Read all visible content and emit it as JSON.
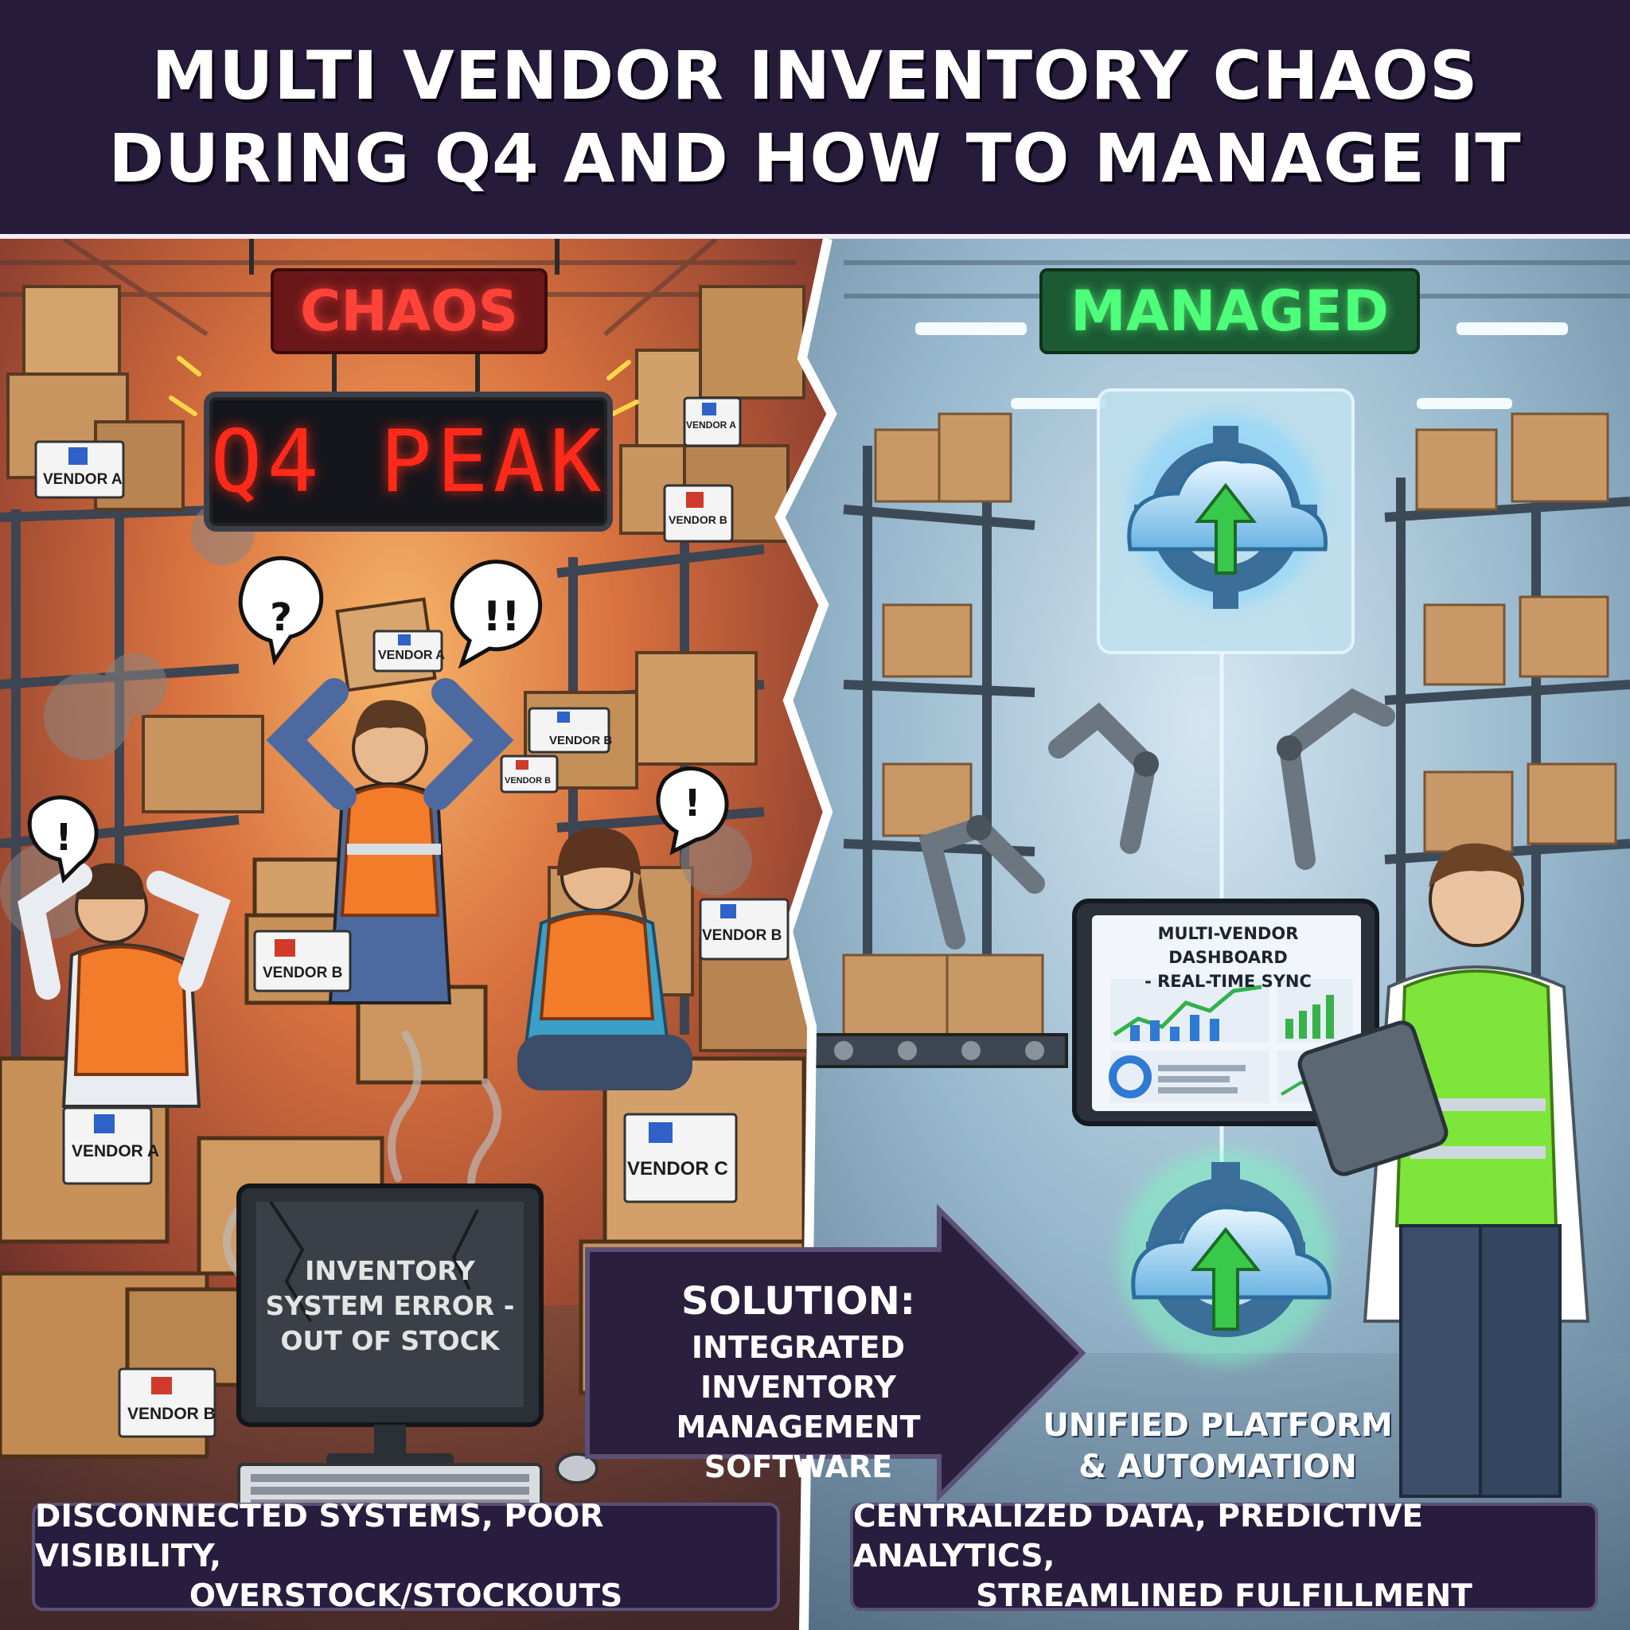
{
  "title": {
    "line1": "MULTI VENDOR INVENTORY CHAOS",
    "line2": "DURING Q4 AND HOW TO MANAGE IT"
  },
  "chaos_side": {
    "tag": "CHAOS",
    "peak_sign": "Q4 PEAK",
    "bubbles": [
      "?",
      "!!",
      "!",
      "!"
    ],
    "vendor_labels": [
      "VENDOR A",
      "VENDOR A",
      "VENDOR B",
      "VENDOR A",
      "VENDOR B",
      "VENDOR B",
      "VENDOR B",
      "VENDOR A",
      "VENDOR C",
      "VENDOR B",
      "VENDOR B"
    ],
    "monitor_error": "INVENTORY SYSTEM ERROR - OUT OF STOCK",
    "caption_line1": "DISCONNECTED SYSTEMS, POOR VISIBILITY,",
    "caption_line2": "OVERSTOCK/STOCKOUTS"
  },
  "solution_arrow": {
    "title": "SOLUTION:",
    "line1": "INTEGRATED INVENTORY",
    "line2": "MANAGEMENT SOFTWARE"
  },
  "managed_side": {
    "tag": "MANAGED",
    "dashboard_line1": "MULTI-VENDOR DASHBOARD",
    "dashboard_line2": "- REAL-TIME SYNC",
    "unified_line1": "UNIFIED PLATFORM",
    "unified_line2": "& AUTOMATION",
    "caption_line1": "CENTRALIZED DATA, PREDICTIVE ANALYTICS,",
    "caption_line2": "STREAMLINED FULFILLMENT"
  },
  "colors": {
    "banner": "#261b3b",
    "chaos_glow": "#d9553a",
    "chaos_text": "#ff4338",
    "managed_bg": "#8fb0c8",
    "managed_text": "#4dff7a",
    "arrow": "#2a1f3d",
    "caption_bg": "#281d3e",
    "cardboard": "#c8955c"
  },
  "icons": [
    "cloud-gear-sync-icon",
    "cloud-gear-upload-icon",
    "sparkle-icon"
  ]
}
